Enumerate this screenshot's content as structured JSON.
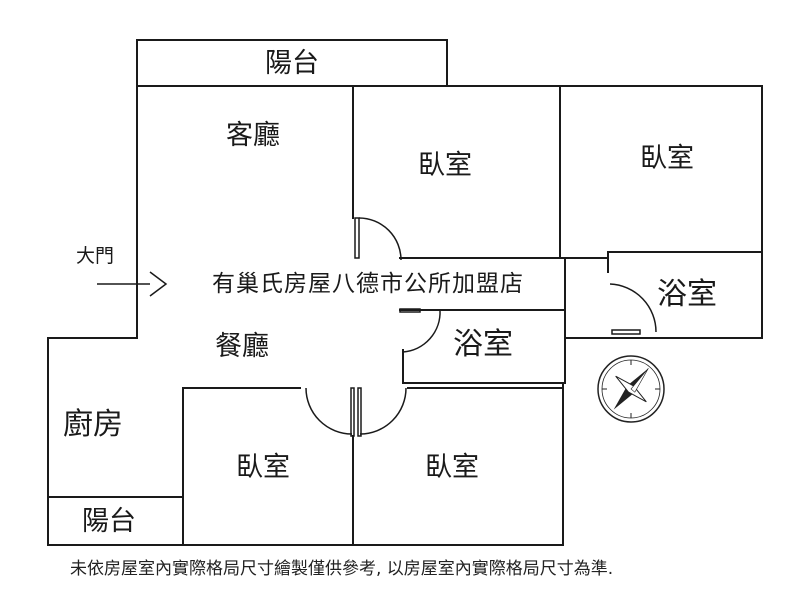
{
  "rooms": {
    "balcony_top": "陽台",
    "living_room": "客廳",
    "bedroom_top_middle": "臥室",
    "bedroom_top_right": "臥室",
    "bathroom_right": "浴室",
    "bathroom_center": "浴室",
    "dining_room": "餐廳",
    "kitchen": "廚房",
    "balcony_bottom": "陽台",
    "bedroom_bottom_left": "臥室",
    "bedroom_bottom_right": "臥室"
  },
  "entrance": {
    "label": "大門"
  },
  "store_name": "有巢氏房屋八德市公所加盟店",
  "disclaimer": "未依房屋室內實際格局尺寸繪製僅供參考, 以房屋室內實際格局尺寸為準.",
  "compass": {
    "icon": "compass-icon"
  },
  "colors": {
    "wall": "#1a1a1a",
    "background": "#ffffff",
    "compass_needle": "#222222"
  }
}
